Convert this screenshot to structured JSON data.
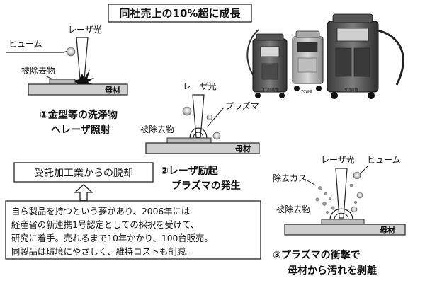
{
  "headline": "同社売上の10%超に成長",
  "stage1": {
    "fume": "ヒューム",
    "laser": "レーザ光",
    "deposit": "被除去物",
    "base": "母材",
    "caption_line1": "①金型等の洗浄物",
    "caption_line2": "へレーザ照射"
  },
  "stage2": {
    "laser": "レーザ光",
    "plasma": "プラズマ",
    "deposit": "被除去物",
    "base": "母材",
    "caption_line1": "②レーザ励起",
    "caption_line2": "プラズマの発生"
  },
  "stage3": {
    "laser": "レーザ光",
    "fume": "ヒューム",
    "removed_gas": "除去カス",
    "deposit": "被除去物",
    "base": "母材",
    "caption_line1": "③プラズマの衝撃で",
    "caption_line2": "母材から汚れを剥離"
  },
  "machines": {
    "label1": "1100W機",
    "label2": "70W機",
    "label3": "300W機"
  },
  "callout": {
    "title": "受託加工業からの脱却"
  },
  "description": {
    "line1": "自ら製品を持つという夢があり、2006年には",
    "line2": "経産省の新連携1号認定としての採択を受けて、",
    "line3": "研究に着手。売れるまで10年かかり、100台販売。",
    "line4": "同製品は環境にやさしく、維持コストも削減。"
  }
}
